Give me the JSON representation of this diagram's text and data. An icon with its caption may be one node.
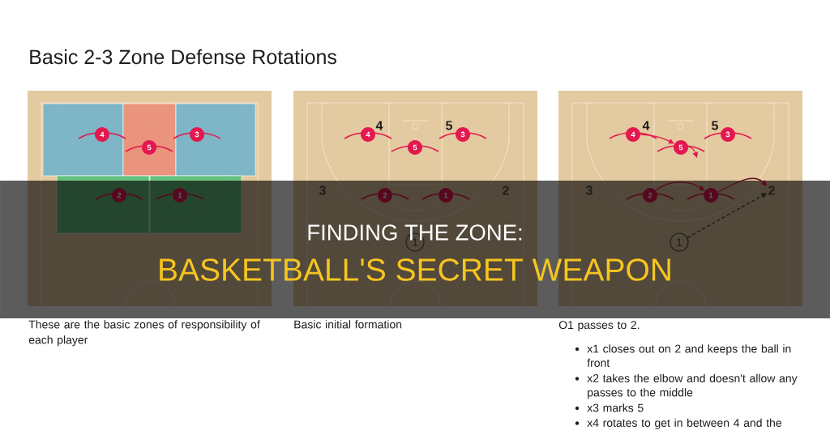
{
  "diagram": {
    "title": "Basic 2-3 Zone Defense Rotations",
    "nodes": [
      {
        "text": [],
        "shape": "box"
      },
      {
        "text": [
          "4"
        ],
        "in": 0
      },
      {
        "text": [],
        "shape": "box"
      },
      {
        "text": [
          "5"
        ],
        "in": 2
      },
      {
        "text": [],
        "shape": "box"
      },
      {
        "text": [
          "3"
        ],
        "in": 4
      },
      {
        "text": [],
        "shape": "box"
      },
      {
        "text": [
          "2"
        ],
        "in": 6
      },
      {
        "text": [],
        "shape": "box"
      },
      {
        "text": [
          "1"
        ],
        "in": 8
      },
      {
        "text": [
          "4"
        ]
      },
      {
        "text": [
          "5"
        ]
      },
      {
        "text": [
          "3"
        ]
      },
      {
        "text": [
          "2"
        ]
      },
      {
        "text": [
          "1"
        ]
      },
      {
        "text": [
          "1"
        ]
      },
      {
        "text": [
          "4"
        ]
      },
      {
        "text": [
          "5"
        ]
      },
      {
        "text": [
          "3"
        ]
      },
      {
        "text": [
          "2"
        ]
      },
      {
        "text": [
          "1"
        ]
      },
      {
        "text": [
          "2"
        ]
      },
      {
        "text": [
          "1"
        ]
      }
    ],
    "edges": [
      {
        "from": 16,
        "to": 17,
        "arrow": "to"
      },
      {
        "from": 17,
        "to": null,
        "arrow": "to"
      },
      {
        "from": 19,
        "to": 20,
        "arrow": "to",
        "color": "#5a0a20"
      },
      {
        "from": 20,
        "to": 21,
        "arrow": "to",
        "color": "#5a0a20"
      },
      {
        "from": 22,
        "to": 21,
        "arrow": "to",
        "style": "dashed",
        "color": "#1a1a1a"
      }
    ],
    "labels": [
      "4",
      "5",
      "4",
      "5",
      "3",
      "2",
      "3",
      "FINDING THE ZONE:",
      "BASKETBALL'S SECRET WEAPON",
      "These are the basic zones of responsibility of each player",
      "Basic initial formation",
      "O1 passes to 2.",
      "x1 closes out on 2 and keeps the ball in front",
      "x2 takes the elbow and doesn't allow any passes to the middle",
      "x3 marks 5",
      "x4 rotates to get in between 4 and the"
    ]
  }
}
